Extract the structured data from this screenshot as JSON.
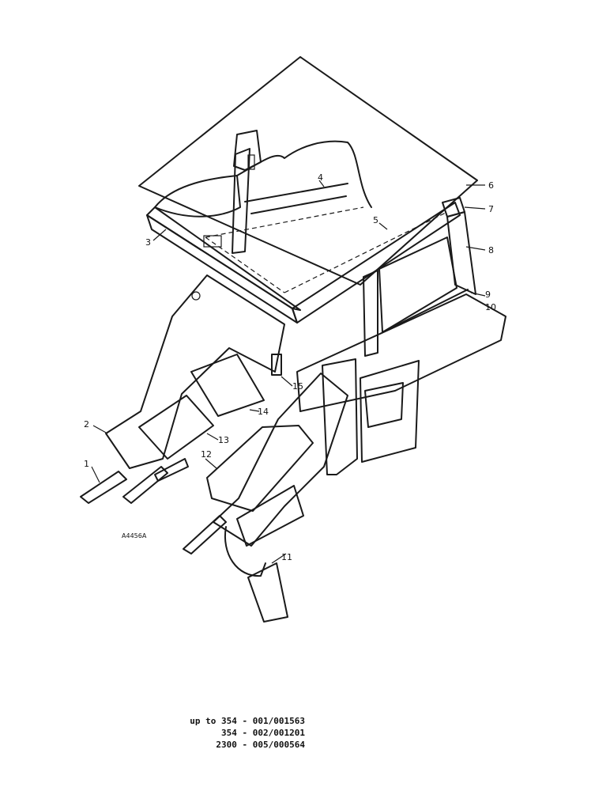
{
  "callouts": {
    "c1": "1",
    "c2": "2",
    "c3": "3",
    "c4": "4",
    "c5": "5",
    "c6": "6",
    "c7": "7",
    "c8": "8",
    "c9": "9",
    "c10": "10",
    "c11": "11",
    "c12": "12",
    "c13": "13",
    "c14": "14",
    "c15": "15"
  },
  "figure_code": "A4456A",
  "serial_ranges": [
    "up to 354 - 001/001563",
    "354 - 002/001201",
    "2300 - 005/000564"
  ]
}
